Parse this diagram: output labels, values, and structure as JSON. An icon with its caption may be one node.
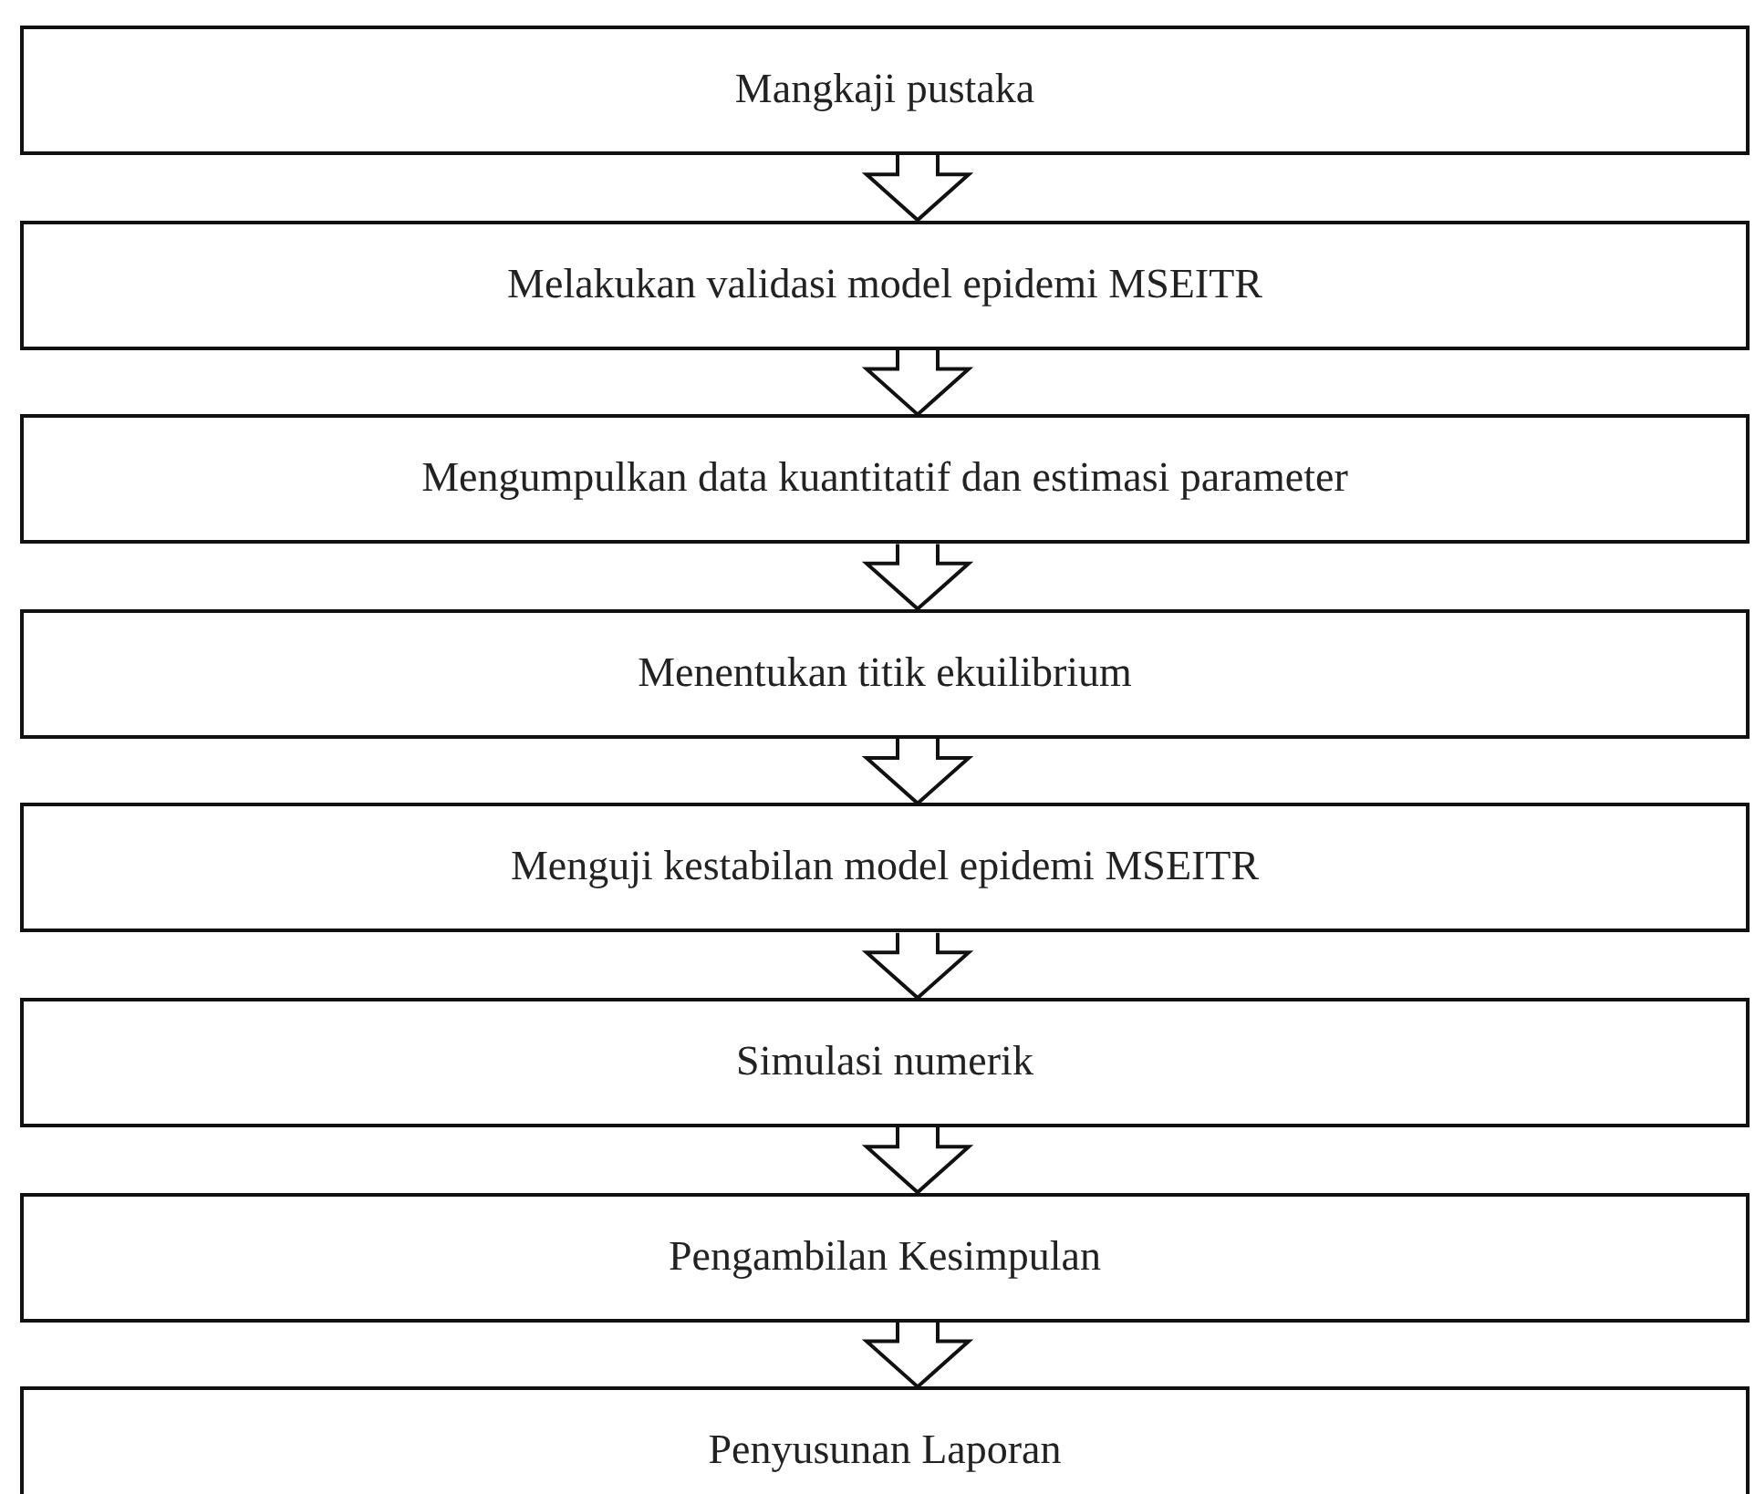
{
  "diagram": {
    "nodes": [
      {
        "text": [
          "Mangkaji pustaka"
        ]
      },
      {
        "text": [
          "Melakukan validasi model epidemi MSEITR"
        ]
      },
      {
        "text": [
          "Mengumpulkan data kuantitatif dan estimasi parameter"
        ]
      },
      {
        "text": [
          "Menentukan titik ekuilibrium"
        ]
      },
      {
        "text": [
          "Menguji kestabilan model epidemi MSEITR"
        ]
      },
      {
        "text": [
          "Simulasi numerik"
        ]
      },
      {
        "text": [
          "Pengambilan Kesimpulan"
        ]
      },
      {
        "text": [
          "Penyusunan Laporan"
        ]
      }
    ],
    "edges": [
      {
        "from": 0,
        "to": 1,
        "arrow": "to"
      },
      {
        "from": 1,
        "to": 2,
        "arrow": "to"
      },
      {
        "from": 2,
        "to": 3,
        "arrow": "to"
      },
      {
        "from": 3,
        "to": 4,
        "arrow": "to"
      },
      {
        "from": 4,
        "to": 5,
        "arrow": "to"
      },
      {
        "from": 5,
        "to": 6,
        "arrow": "to"
      },
      {
        "from": 6,
        "to": 7,
        "arrow": "to"
      }
    ]
  }
}
